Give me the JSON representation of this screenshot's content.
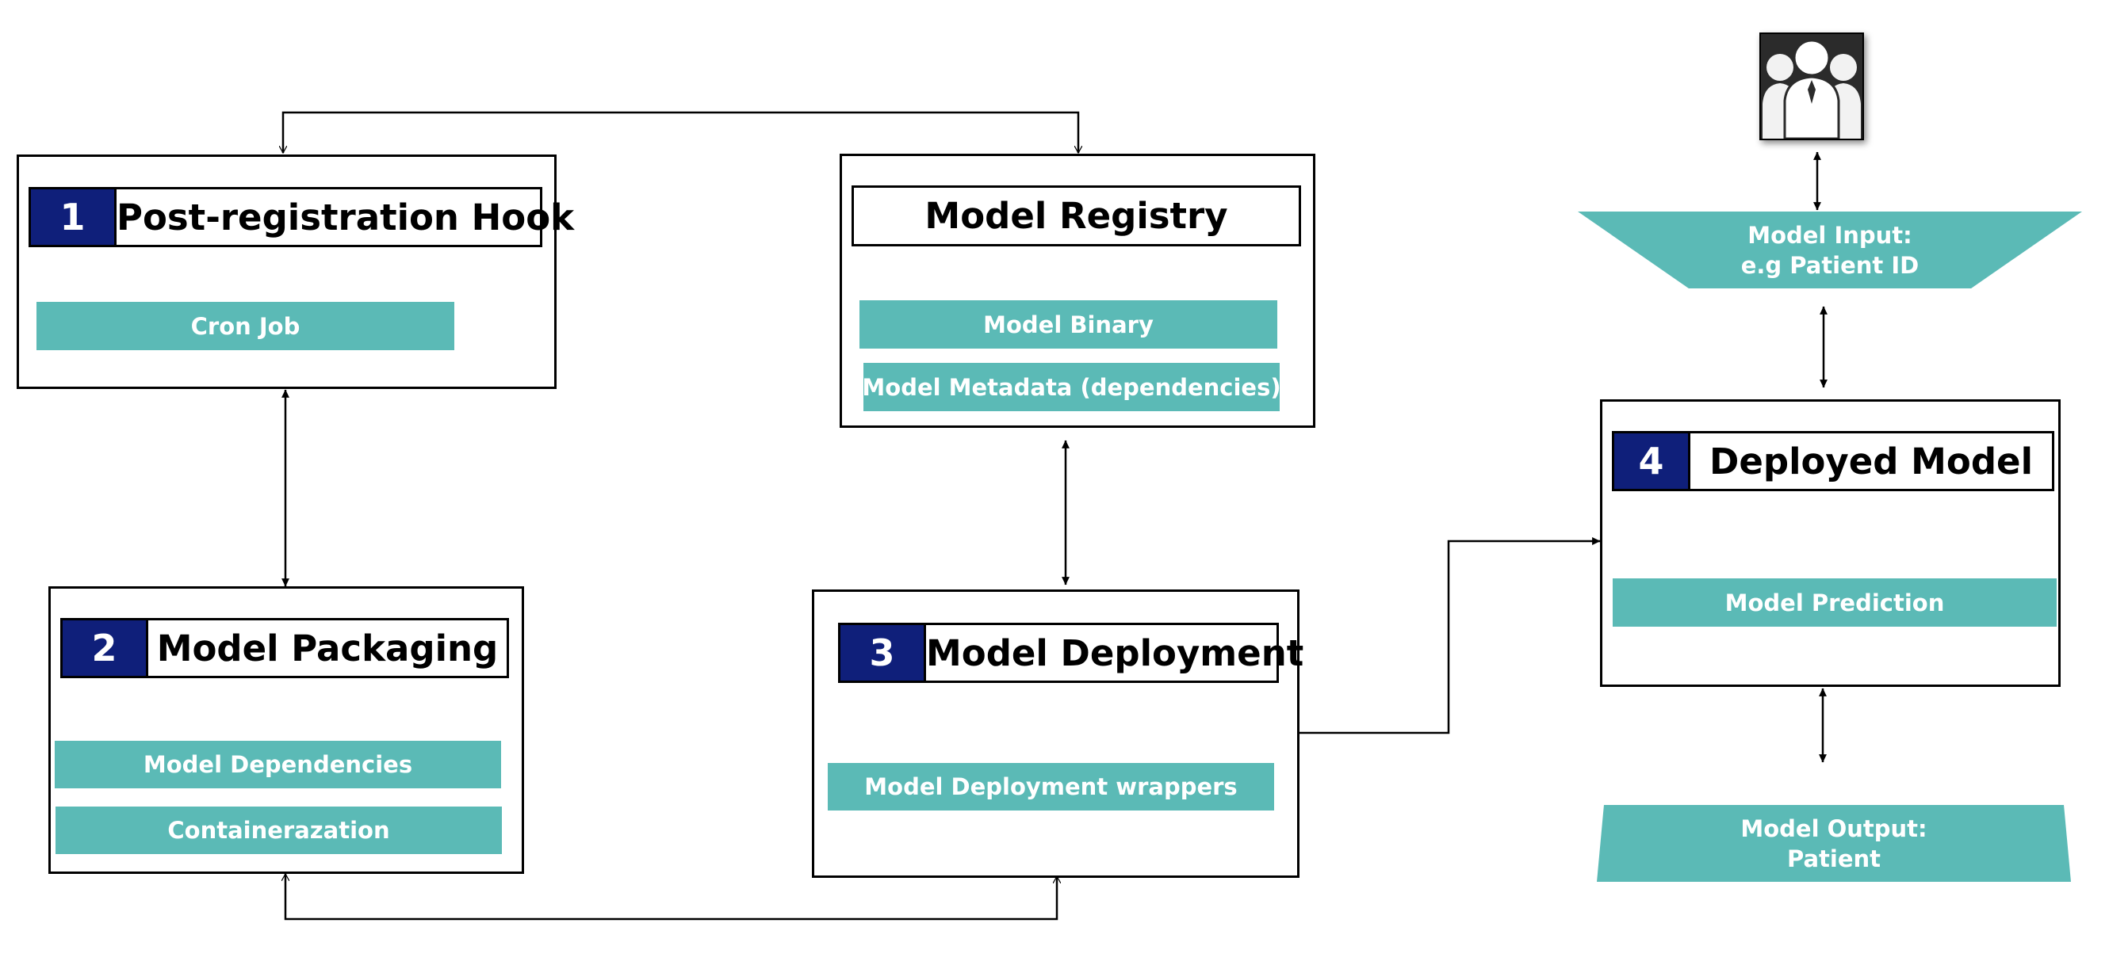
{
  "colors": {
    "accent": "#5bbab6",
    "badge": "#0f1f7a",
    "line": "#000000"
  },
  "user_icon": "users-group-icon",
  "step1": {
    "number": "1",
    "title": "Post-registration Hook",
    "items": [
      "Cron Job"
    ]
  },
  "registry": {
    "title": "Model Registry",
    "items": [
      "Model Binary",
      "Model Metadata (dependencies)"
    ]
  },
  "step2": {
    "number": "2",
    "title": "Model Packaging",
    "items": [
      "Model Dependencies",
      "Containerazation"
    ]
  },
  "step3": {
    "number": "3",
    "title": "Model Deployment",
    "items": [
      "Model Deployment wrappers"
    ]
  },
  "step4": {
    "number": "4",
    "title": "Deployed Model",
    "items": [
      "Model Prediction"
    ]
  },
  "model_input": {
    "line1": "Model Input:",
    "line2": "e.g Patient ID"
  },
  "model_output": {
    "line1": "Model Output:",
    "line2": "Patient"
  }
}
